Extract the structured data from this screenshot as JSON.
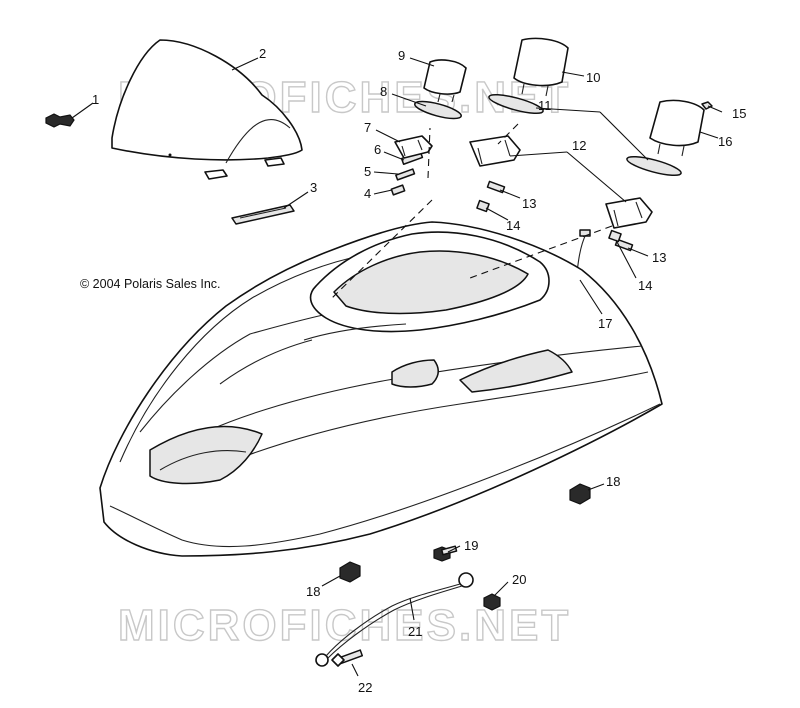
{
  "copyright": "© 2004 Polaris Sales Inc.",
  "watermark": "MICROFICHES.NET",
  "callouts": [
    "1",
    "2",
    "3",
    "4",
    "5",
    "6",
    "7",
    "8",
    "9",
    "10",
    "11",
    "12",
    "13",
    "13",
    "14",
    "14",
    "15",
    "16",
    "17",
    "18",
    "18",
    "19",
    "20",
    "21",
    "22"
  ]
}
